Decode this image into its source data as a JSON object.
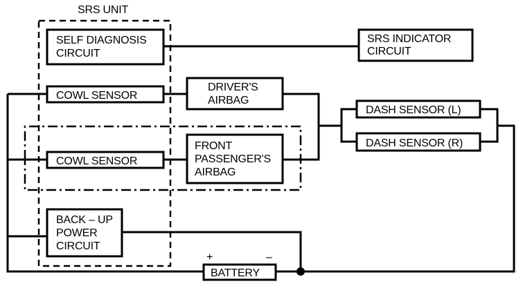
{
  "diagram": {
    "unit_title": "SRS UNIT",
    "self_diagnosis": [
      "SELF DIAGNOSIS",
      "CIRCUIT"
    ],
    "srs_indicator": [
      "SRS INDICATOR",
      "CIRCUIT"
    ],
    "cowl_sensor_top": "COWL SENSOR",
    "cowl_sensor_bottom": "COWL SENSOR",
    "driver_airbag": [
      "DRIVER'S",
      "AIRBAG"
    ],
    "passenger_airbag": [
      "FRONT",
      "PASSENGER'S",
      "AIRBAG"
    ],
    "dash_sensor_l": "DASH SENSOR (L)",
    "dash_sensor_r": "DASH SENSOR (R)",
    "backup_power": [
      "BACK – UP",
      "POWER",
      "CIRCUIT"
    ],
    "battery": "BATTERY",
    "battery_plus": "+",
    "battery_minus": "–"
  }
}
